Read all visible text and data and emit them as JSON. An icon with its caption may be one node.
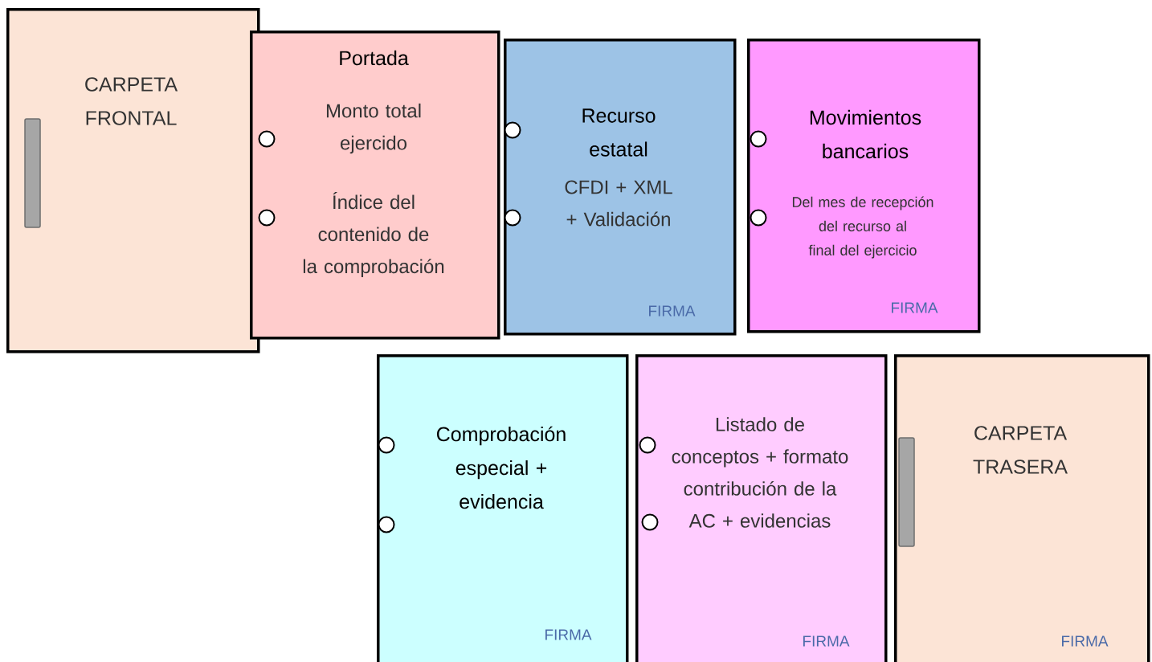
{
  "diagram": {
    "nodes": [
      {
        "text": [
          "CARPETA FRONTAL"
        ]
      },
      {
        "text": [
          "Portada",
          "Monto total ejercido",
          "Índice del contenido de la comprobación"
        ]
      },
      {
        "text": [
          "Recurso estatal",
          "CFDI + XML + Validación",
          "FIRMA"
        ]
      },
      {
        "text": [
          "Movimientos bancarios",
          "Del mes de recepción del recurso al final del ejercicio",
          "FIRMA"
        ]
      },
      {
        "text": [
          "Comprobación especial + evidencia",
          "FIRMA"
        ]
      },
      {
        "text": [
          "Listado de conceptos + formato contribución de la AC + evidencias",
          "FIRMA"
        ]
      },
      {
        "text": [
          "CARPETA TRASERA",
          "FIRMA"
        ]
      }
    ]
  }
}
